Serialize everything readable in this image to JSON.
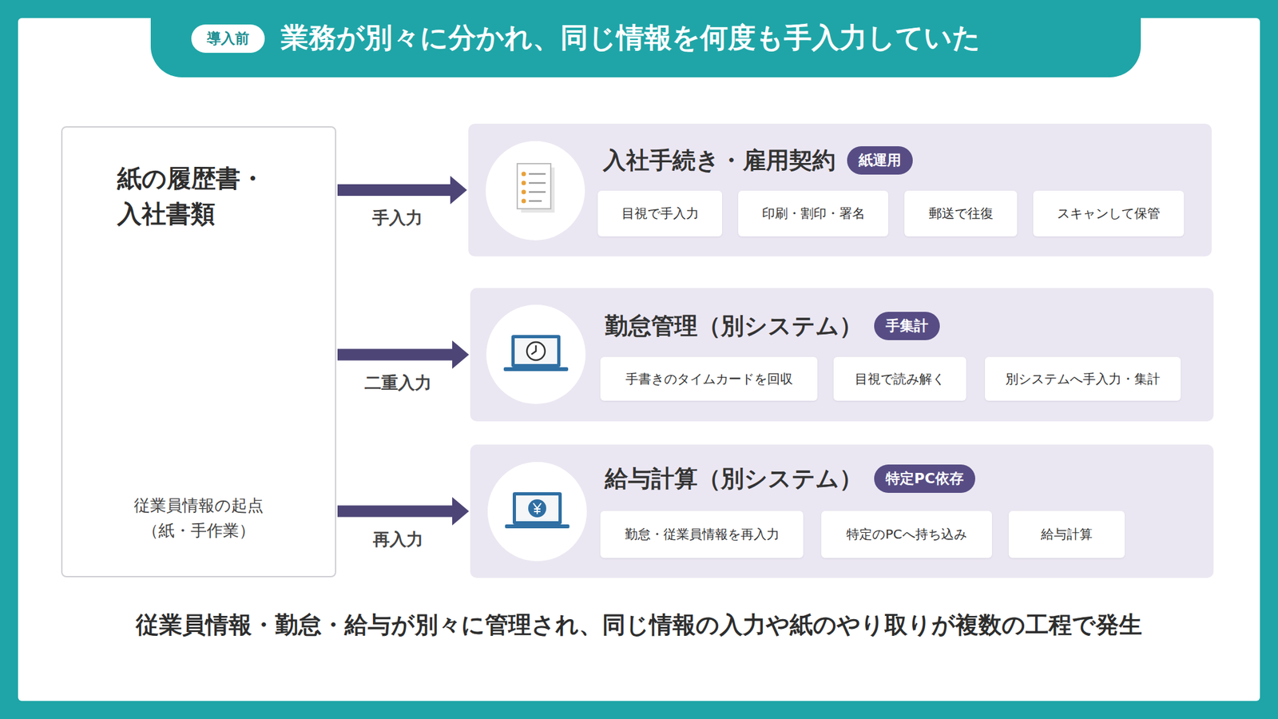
{
  "diagram": {
    "title": "業務が別々に分かれ、同じ情報を何度も手入力していた",
    "caption": "従業員情報・勤怠・給与が別々に管理され、同じ情報の入力や紙のやり取りが複数の工程で発生",
    "nodes": [
      {
        "text": [
          "導入前"
        ]
      },
      {
        "text": [
          "紙の履歴書・ 入社書類",
          "従業員情報の起点 （紙・手作業）"
        ]
      },
      {
        "text": [
          "入社手続き・雇用契約"
        ]
      },
      {
        "text": [
          "紙運用"
        ],
        "in": 2
      },
      {
        "text": [
          "目視で手入力"
        ],
        "in": 2
      },
      {
        "text": [
          "印刷・割印・署名"
        ],
        "in": 2
      },
      {
        "text": [
          "郵送で往復"
        ],
        "in": 2
      },
      {
        "text": [
          "スキャンして保管"
        ],
        "in": 2
      },
      {
        "text": [
          "勤怠管理（別システム）"
        ]
      },
      {
        "text": [
          "手集計"
        ],
        "in": 8
      },
      {
        "text": [
          "手書きのタイムカードを回収"
        ],
        "in": 8
      },
      {
        "text": [
          "目視で読み解く"
        ],
        "in": 8
      },
      {
        "text": [
          "別システムへ手入力・集計"
        ],
        "in": 8
      },
      {
        "text": [
          "給与計算（別システム）"
        ]
      },
      {
        "text": [
          "特定PC依存"
        ],
        "in": 13
      },
      {
        "text": [
          "勤怠・従業員情報を再入力"
        ],
        "in": 13
      },
      {
        "text": [
          "特定のPCへ持ち込み"
        ],
        "in": 13
      },
      {
        "text": [
          "給与計算"
        ],
        "in": 13
      }
    ],
    "edges": [
      {
        "from": 1,
        "to": 2,
        "label": "手入力",
        "arrow": "to"
      },
      {
        "from": 1,
        "to": 8,
        "label": "二重入力",
        "arrow": "to"
      },
      {
        "from": 1,
        "to": 13,
        "label": "再入力",
        "arrow": "to"
      },
      {
        "from": 4,
        "to": 5,
        "arrow": "to"
      },
      {
        "from": 5,
        "to": 6,
        "arrow": "to"
      },
      {
        "from": 6,
        "to": 7,
        "arrow": "to"
      },
      {
        "from": 10,
        "to": 11,
        "arrow": "to"
      },
      {
        "from": 11,
        "to": 12,
        "arrow": "to"
      },
      {
        "from": 15,
        "to": 16,
        "arrow": "to"
      },
      {
        "from": 16,
        "to": 17,
        "arrow": "to"
      }
    ]
  }
}
